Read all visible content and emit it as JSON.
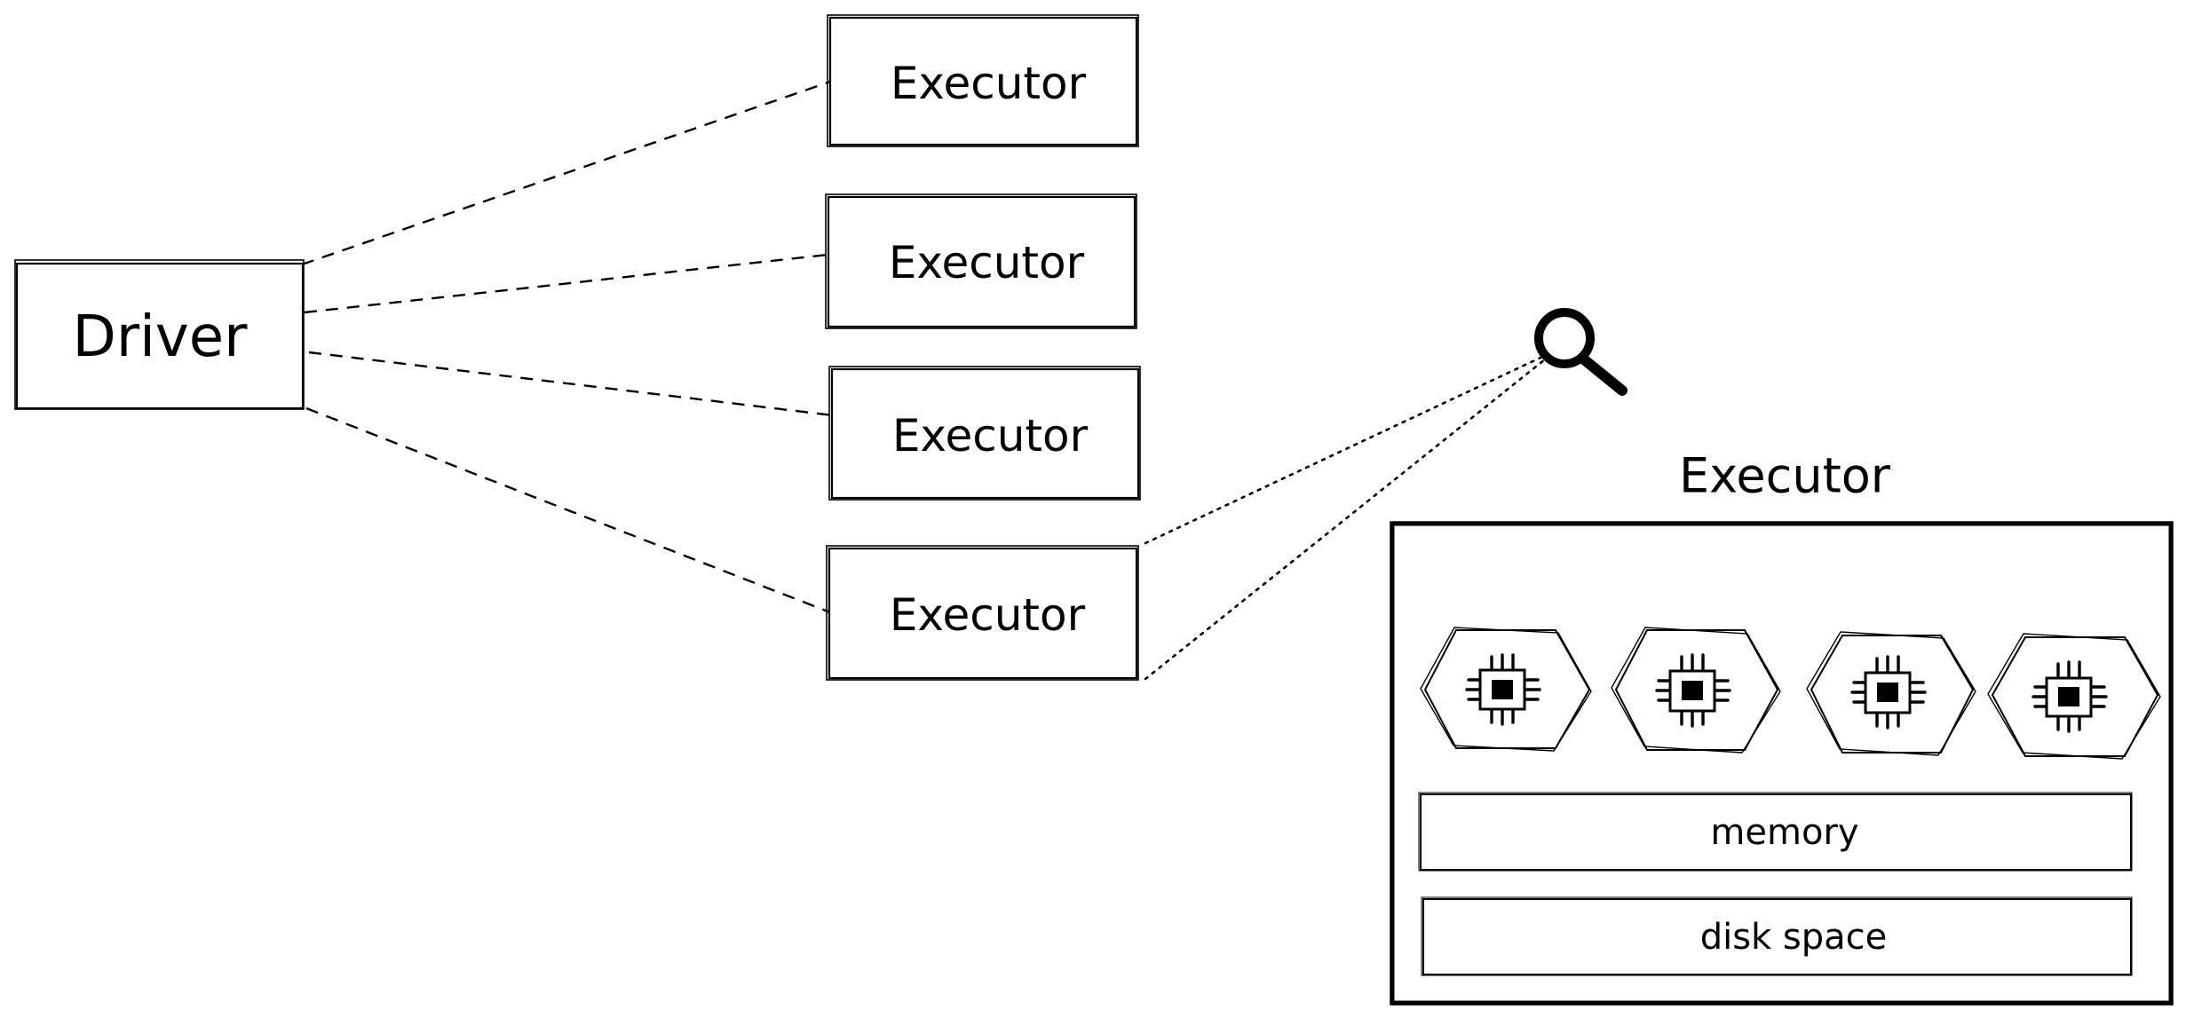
{
  "diagram": {
    "driver": {
      "label": "Driver"
    },
    "executors": [
      {
        "label": "Executor"
      },
      {
        "label": "Executor"
      },
      {
        "label": "Executor"
      },
      {
        "label": "Executor"
      }
    ],
    "zoom_icon": "magnifier-icon",
    "detail": {
      "title": "Executor",
      "cores": [
        {
          "icon": "cpu-chip-icon"
        },
        {
          "icon": "cpu-chip-icon"
        },
        {
          "icon": "cpu-chip-icon"
        },
        {
          "icon": "cpu-chip-icon"
        }
      ],
      "memory_label": "memory",
      "disk_label": "disk space"
    }
  },
  "colors": {
    "stroke": "#000000",
    "background": "#ffffff"
  }
}
